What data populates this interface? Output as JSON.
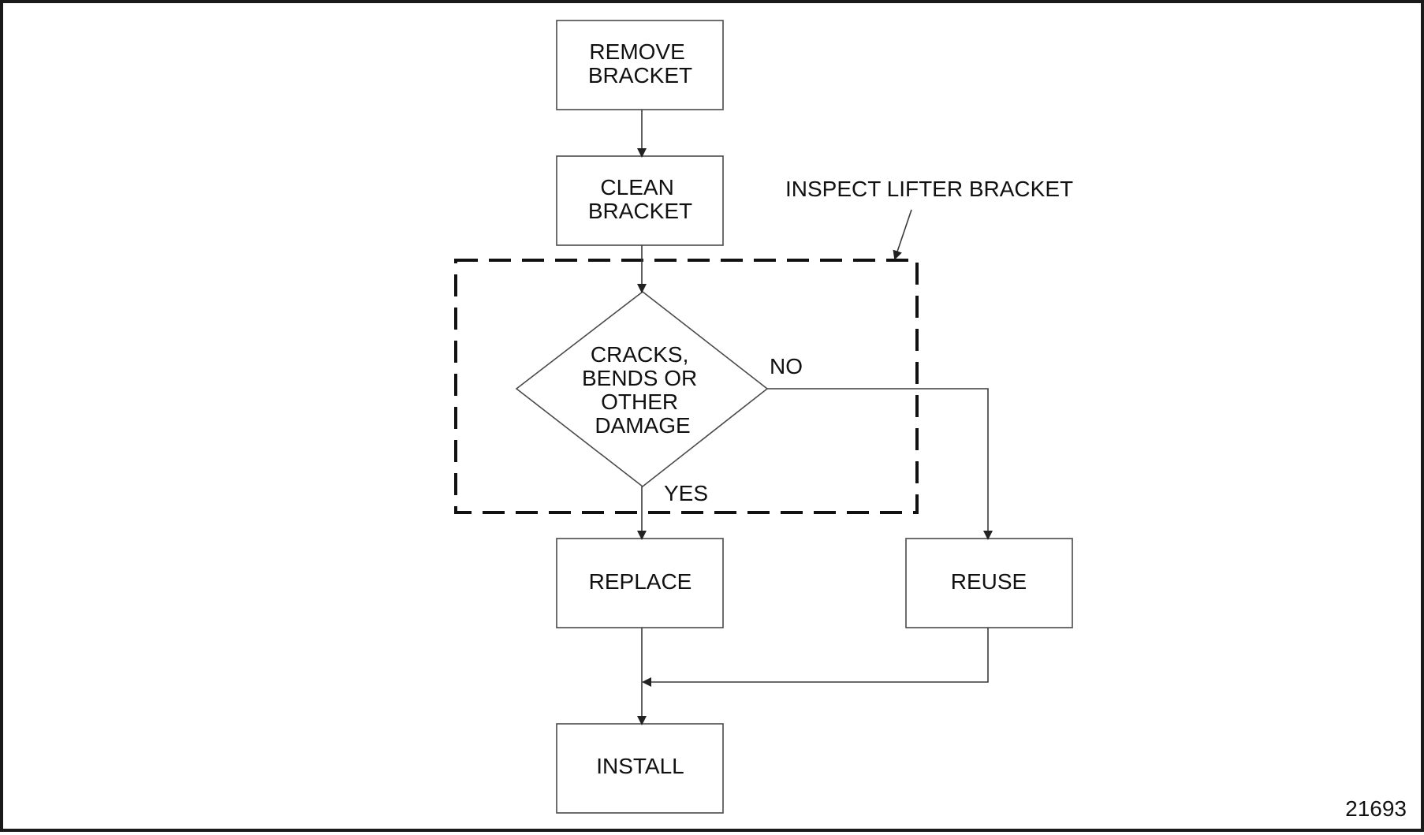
{
  "diagram": {
    "steps": {
      "remove": [
        "REMOVE",
        "BRACKET"
      ],
      "clean": [
        "CLEAN",
        "BRACKET"
      ],
      "decision": [
        "CRACKS,",
        "BENDS OR",
        "OTHER",
        "DAMAGE"
      ],
      "replace": "REPLACE",
      "reuse": "REUSE",
      "install": "INSTALL"
    },
    "branch_labels": {
      "no": "NO",
      "yes": "YES"
    },
    "callout": "INSPECT LIFTER BRACKET",
    "figure_number": "21693"
  }
}
